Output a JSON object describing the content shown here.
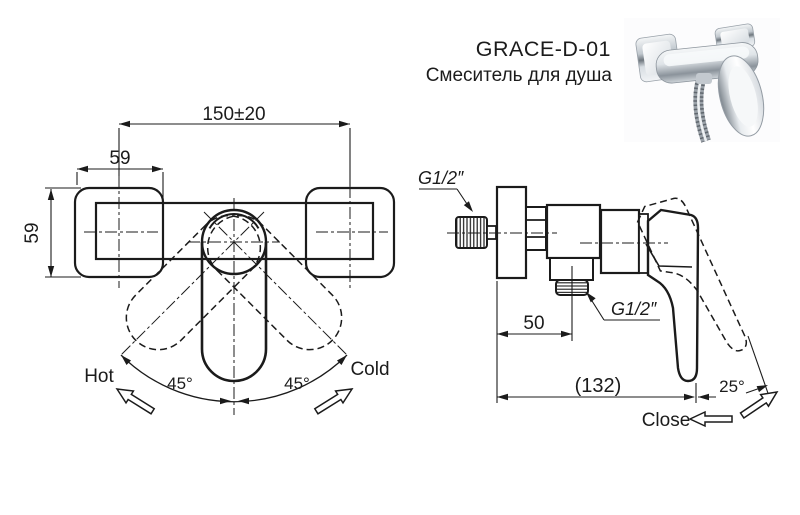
{
  "header": {
    "model": "GRACE-D-01",
    "subtitle": "Смеситель для душа"
  },
  "front_view": {
    "dim_span": "150±20",
    "dim_mount_width": "59",
    "dim_mount_height": "59",
    "angle_left": "45°",
    "angle_right": "45°",
    "label_hot": "Hot",
    "label_cold": "Cold"
  },
  "side_view": {
    "thread_inlet": "G1/2″",
    "thread_outlet": "G1/2″",
    "dim_plate_to_outlet": "50",
    "dim_total_depth": "(132)",
    "angle_open": "25°",
    "label_close": "Close"
  },
  "colors": {
    "line": "#1b1b1b",
    "background": "#ffffff"
  }
}
